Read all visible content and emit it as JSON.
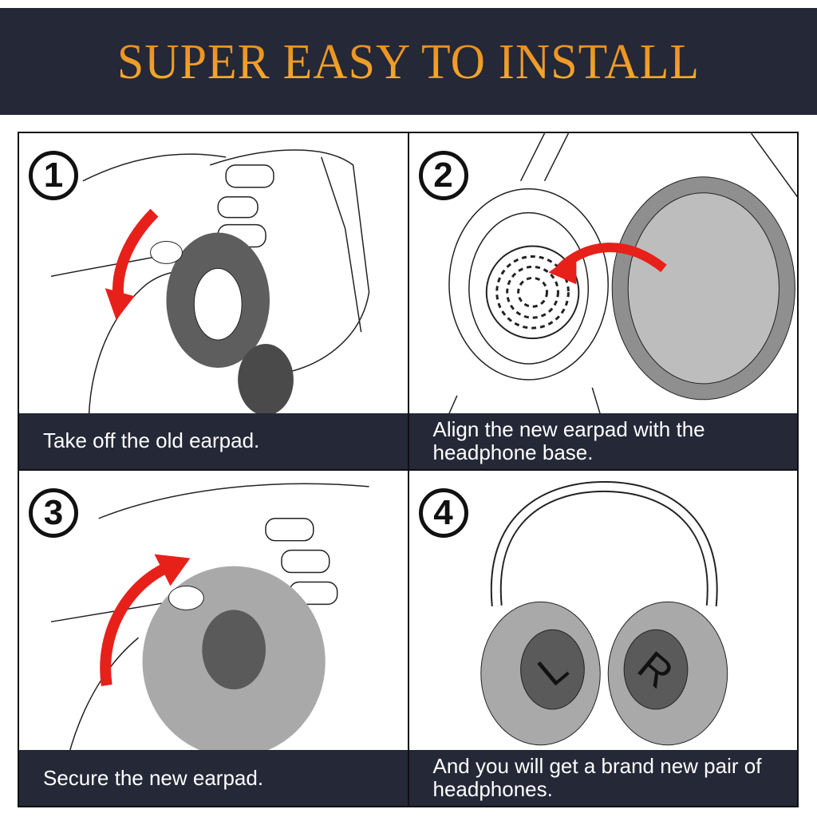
{
  "header": {
    "title": "SUPER EASY TO INSTALL"
  },
  "steps": [
    {
      "number": "1",
      "caption": "Take off the old earpad."
    },
    {
      "number": "2",
      "caption": "Align the new earpad with the headphone base."
    },
    {
      "number": "3",
      "caption": "Secure the new earpad."
    },
    {
      "number": "4",
      "caption": "And you will get a brand new pair of headphones."
    }
  ],
  "earpad_labels": {
    "left": "L",
    "right": "R"
  },
  "colors": {
    "banner": "#242837",
    "title_gold": "#f0a028",
    "arrow": "#e8201a",
    "pad": "#a9a9a9",
    "pad_inner": "#5a5a5a"
  }
}
